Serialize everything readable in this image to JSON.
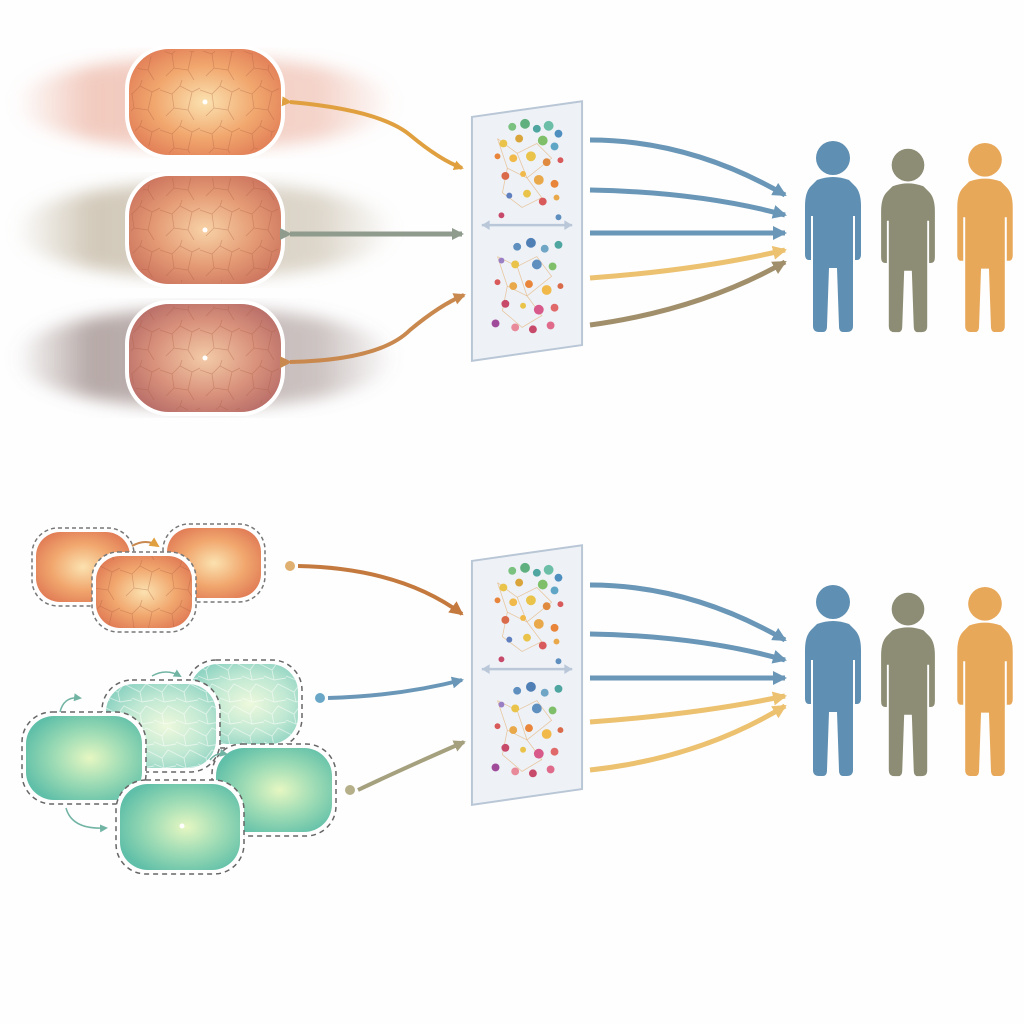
{
  "colors": {
    "background": "#fefefe",
    "warm_tissue": "#e9865a",
    "warm_tissue_light": "#f6c58e",
    "aqua_tissue": "#6cc9ab",
    "aqua_tissue_light": "#c9efd7",
    "arrow_orange": "#e0a040",
    "arrow_gray": "#8f9b8c",
    "arrow_brown": "#c9884e",
    "arrow_blue": "#6a97b7",
    "arrow_yellow": "#ecc170",
    "arrow_tan": "#a18f6b",
    "panel_fill": "#eef2f7",
    "panel_border": "#b8c6d6",
    "person_blue": "#5f8fb2",
    "person_olive": "#8d8c74",
    "person_orange": "#e8a85a"
  },
  "top_section": {
    "tissues": [
      {
        "name": "tissue-1",
        "halo": "#e8a08a"
      },
      {
        "name": "tissue-2",
        "halo": "#b5a68c"
      },
      {
        "name": "tissue-3",
        "halo": "#8f7b78"
      }
    ],
    "panel": {
      "icon": "network-clusters-icon"
    },
    "people": [
      {
        "name": "person-blue",
        "color": "#5f8fb2"
      },
      {
        "name": "person-olive",
        "color": "#8d8c74"
      },
      {
        "name": "person-orange",
        "color": "#e8a85a"
      }
    ]
  },
  "bottom_section": {
    "organoid_groups": [
      {
        "name": "warm-organoid-cluster",
        "color": "#e9865a"
      },
      {
        "name": "aqua-organoid-cluster",
        "color": "#6cc9ab"
      }
    ],
    "panel": {
      "icon": "network-clusters-icon"
    },
    "people": [
      {
        "name": "person-blue",
        "color": "#5f8fb2"
      },
      {
        "name": "person-olive",
        "color": "#8d8c74"
      },
      {
        "name": "person-orange",
        "color": "#e8a85a"
      }
    ]
  }
}
